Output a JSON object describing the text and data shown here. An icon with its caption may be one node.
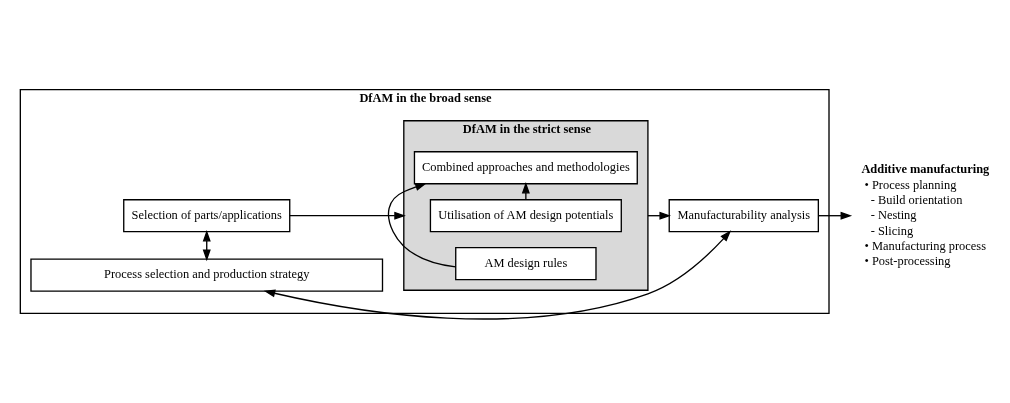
{
  "diagram": {
    "nodes": [
      {
        "text": [
          "DfAM in the broad sense"
        ]
      },
      {
        "text": [
          "Selection of parts/applications"
        ],
        "in": 0
      },
      {
        "text": [
          "DfAM in the strict sense"
        ],
        "in": 0
      },
      {
        "text": [
          "Combined approaches and methodologies"
        ],
        "in": 2
      },
      {
        "text": [
          "Utilisation of AM design potentials"
        ],
        "in": 2
      },
      {
        "text": [
          "AM design rules"
        ],
        "in": 2
      },
      {
        "text": [
          "Manufacturability analysis"
        ],
        "in": 0
      },
      {
        "text": [
          "Process selection and production strategy"
        ],
        "in": 0
      },
      {
        "text": [
          "Additive manufacturing",
          "• Process planning",
          "- Build orientation",
          "- Nesting",
          "- Slicing",
          "• Manufacturing process",
          "• Post-processing"
        ]
      }
    ],
    "edges": [
      {
        "from": 1,
        "to": 2,
        "arrow": "to"
      },
      {
        "from": 4,
        "to": 3,
        "arrow": "to"
      },
      {
        "from": 5,
        "to": 3,
        "arrow": "to"
      },
      {
        "from": 2,
        "to": 6,
        "arrow": "to"
      },
      {
        "from": 6,
        "to": 8,
        "arrow": "to"
      },
      {
        "from": 1,
        "to": 7,
        "arrow": "both"
      },
      {
        "from": 6,
        "to": 7,
        "arrow": "both"
      }
    ]
  }
}
